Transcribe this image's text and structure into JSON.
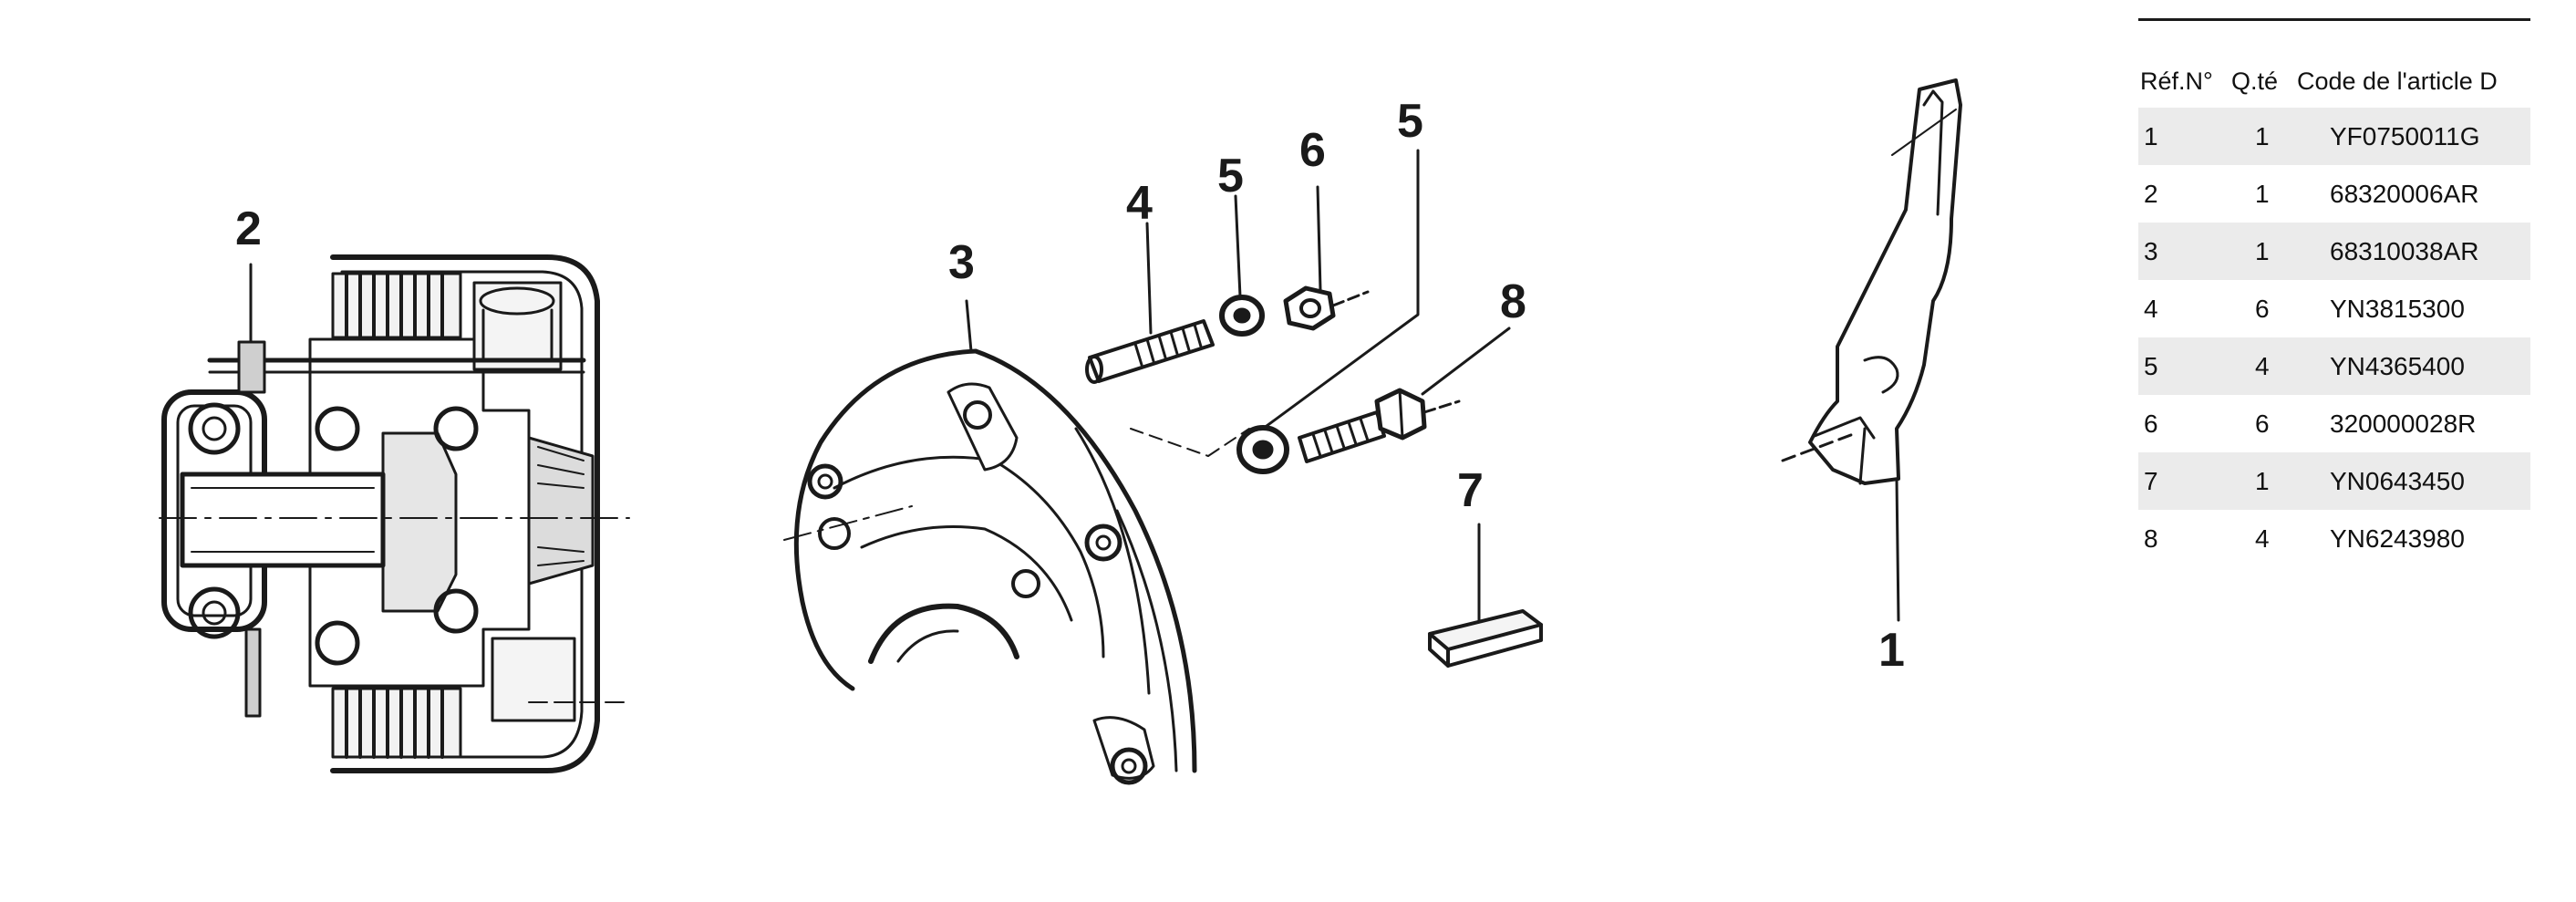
{
  "callouts": [
    {
      "id": "c2",
      "label": "2"
    },
    {
      "id": "c3",
      "label": "3"
    },
    {
      "id": "c4",
      "label": "4"
    },
    {
      "id": "c5a",
      "label": "5"
    },
    {
      "id": "c6",
      "label": "6"
    },
    {
      "id": "c5b",
      "label": "5"
    },
    {
      "id": "c8",
      "label": "8"
    },
    {
      "id": "c7",
      "label": "7"
    },
    {
      "id": "c1",
      "label": "1"
    }
  ],
  "table": {
    "headers": {
      "ref": "Réf.N°",
      "qty": "Q.té",
      "code": "Code de l'article D"
    },
    "rows": [
      {
        "ref": "1",
        "qty": "1",
        "code": "YF0750011G",
        "shaded": true
      },
      {
        "ref": "2",
        "qty": "1",
        "code": "68320006AR",
        "shaded": false
      },
      {
        "ref": "3",
        "qty": "1",
        "code": "68310038AR",
        "shaded": true
      },
      {
        "ref": "4",
        "qty": "6",
        "code": "YN3815300",
        "shaded": false
      },
      {
        "ref": "5",
        "qty": "4",
        "code": "YN4365400",
        "shaded": true
      },
      {
        "ref": "6",
        "qty": "6",
        "code": "320000028R",
        "shaded": false
      },
      {
        "ref": "7",
        "qty": "1",
        "code": "YN0643450",
        "shaded": true
      },
      {
        "ref": "8",
        "qty": "4",
        "code": "YN6243980",
        "shaded": false
      }
    ]
  }
}
